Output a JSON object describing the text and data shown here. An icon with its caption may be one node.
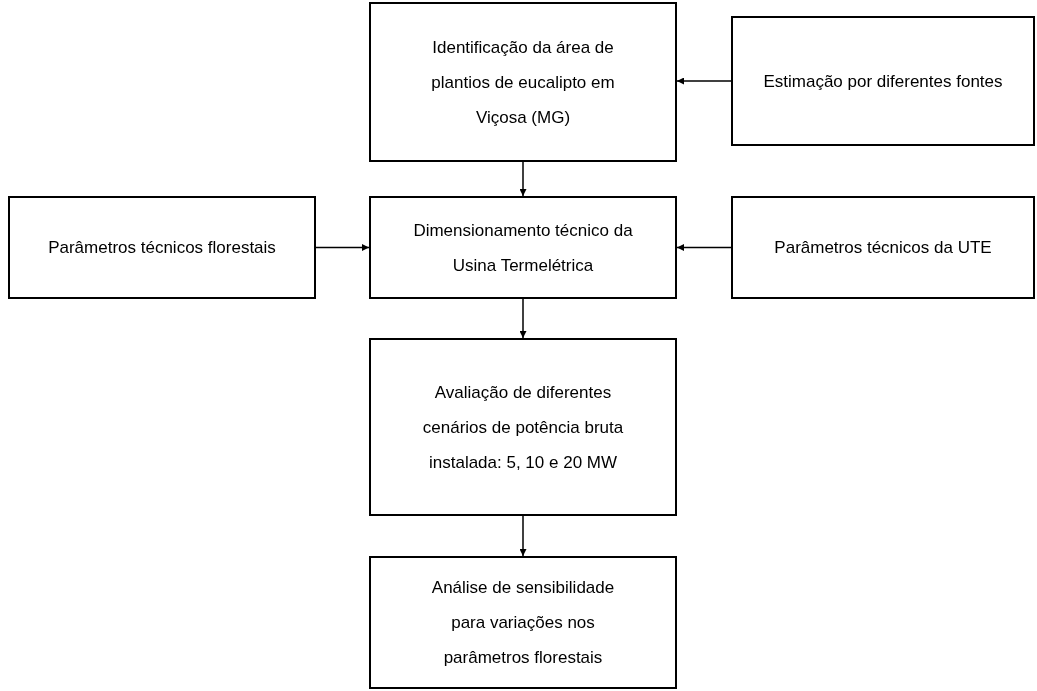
{
  "diagram": {
    "nodes": [
      {
        "text": [
          "Identificação da área de plantios de eucalipto em Viçosa (MG)"
        ]
      },
      {
        "text": [
          "Estimação por diferentes fontes"
        ]
      },
      {
        "text": [
          "Parâmetros técnicos florestais"
        ]
      },
      {
        "text": [
          "Dimensionamento técnico da Usina Termelétrica"
        ]
      },
      {
        "text": [
          "Parâmetros técnicos da UTE"
        ]
      },
      {
        "text": [
          "Avaliação de diferentes cenários de potência bruta instalada: 5, 10 e 20 MW"
        ]
      },
      {
        "text": [
          "Análise de sensibilidade para variações nos parâmetros florestais"
        ]
      }
    ],
    "edges": [
      {
        "from": 1,
        "to": 0,
        "arrow": "to"
      },
      {
        "from": 0,
        "to": 3,
        "arrow": "to"
      },
      {
        "from": 2,
        "to": 3,
        "arrow": "to"
      },
      {
        "from": 4,
        "to": 3,
        "arrow": "to"
      },
      {
        "from": 3,
        "to": 5,
        "arrow": "to"
      },
      {
        "from": 5,
        "to": 6,
        "arrow": "to"
      }
    ]
  }
}
